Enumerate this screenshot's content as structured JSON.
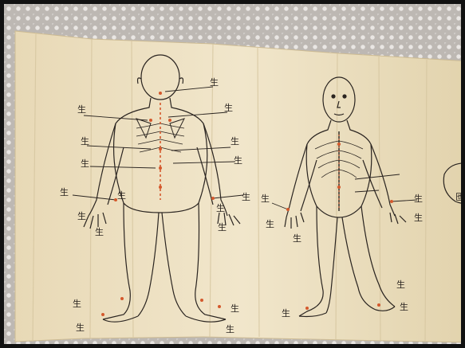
{
  "scene": {
    "background": "white lace tablecloth",
    "subject": "antique paper scroll showing acupuncture point charts of a human figure, back view and front view, with red dots and black label lines",
    "colors": {
      "paper": "#efe3c6",
      "ink": "#2a2420",
      "points": "#d4582c",
      "lace": "#e9e6e3"
    }
  },
  "labels": {
    "back_left": [
      "生",
      "生",
      "生",
      "生",
      "生",
      "生",
      "生",
      "生",
      "生"
    ],
    "back_right": [
      "生",
      "生",
      "生",
      "生",
      "生",
      "生",
      "生",
      "生",
      "生"
    ],
    "front_left": [
      "生",
      "生",
      "生",
      "生"
    ],
    "front_right": [
      "生",
      "生",
      "生",
      "生"
    ],
    "edge_glyph": "匜"
  }
}
